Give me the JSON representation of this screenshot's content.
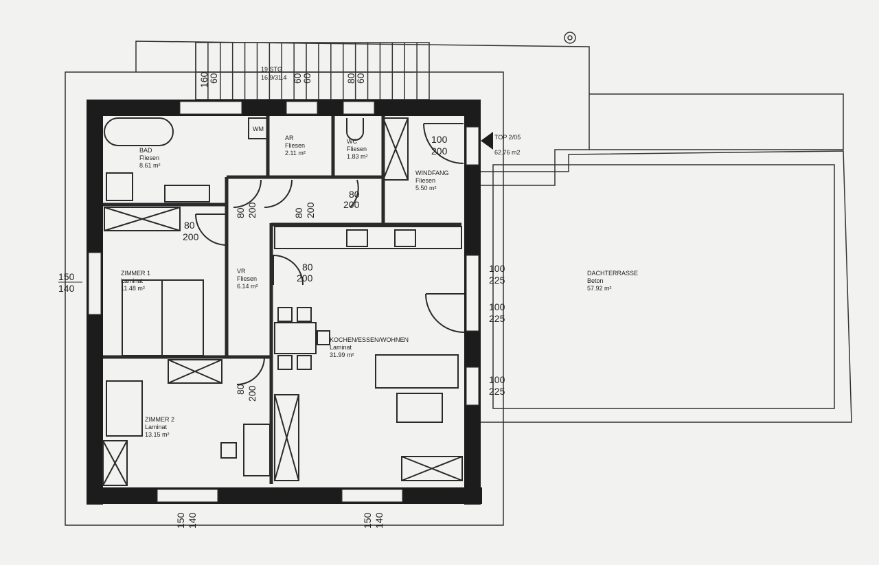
{
  "rooms": {
    "bad": {
      "name": "BAD",
      "floor": "Fliesen",
      "area": "8.61 m²"
    },
    "ar": {
      "name": "AR",
      "floor": "Fliesen",
      "area": "2.11 m²"
    },
    "wc": {
      "name": "WC",
      "floor": "Fliesen",
      "area": "1.83 m²"
    },
    "wm": {
      "name": "WM"
    },
    "windfang": {
      "name": "WINDFANG",
      "floor": "Fliesen",
      "area": "5.50 m²"
    },
    "zimmer1": {
      "name": "ZIMMER 1",
      "floor": "Laminat",
      "area": "11.48 m²"
    },
    "vr": {
      "name": "VR",
      "floor": "Fliesen",
      "area": "6.14 m²"
    },
    "wohnen": {
      "name": "KOCHEN/ESSEN/WOHNEN",
      "floor": "Laminat",
      "area": "31.99 m²"
    },
    "zimmer2": {
      "name": "ZIMMER 2",
      "floor": "Laminat",
      "area": "13.15 m²"
    },
    "terrasse": {
      "name": "DACHTERRASSE",
      "floor": "Beton",
      "area": "57.92 m²"
    }
  },
  "unit": {
    "id": "TOP 2/05",
    "area": "62.76 m2"
  },
  "stairs": {
    "label": "19 STG",
    "sub": "16.9/31.4"
  },
  "dims": {
    "d160": "160",
    "d60": "60",
    "d80": "80",
    "d100": "100",
    "d200": "200",
    "d225": "225",
    "d150": "150",
    "d140": "140"
  }
}
